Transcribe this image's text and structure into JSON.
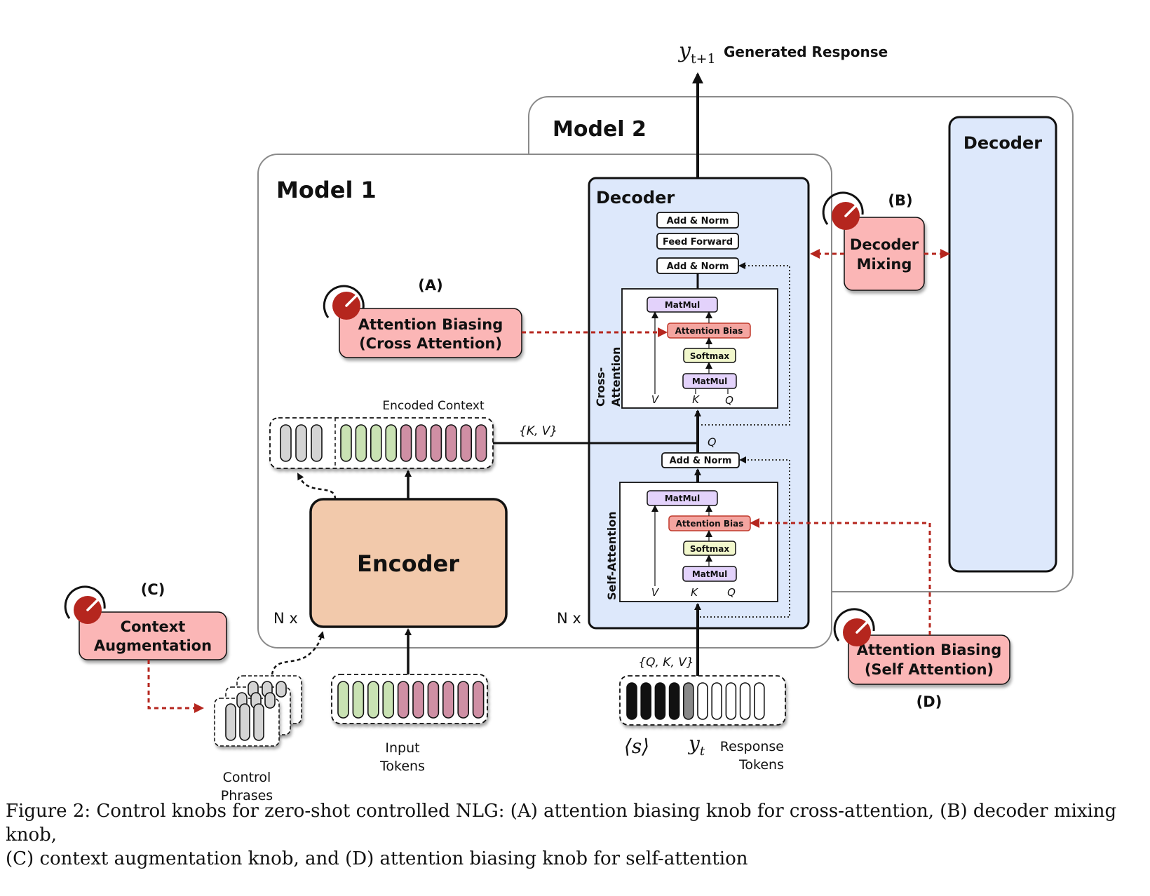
{
  "output": {
    "y_var": "y",
    "y_sub": "t+1",
    "label": "Generated Response"
  },
  "model2": {
    "title": "Model 2",
    "decoder_label": "Decoder"
  },
  "model1": {
    "title": "Model 1",
    "decoder_title": "Decoder",
    "nx_left": "N x",
    "nx_right": "N x"
  },
  "decoder_blocks": {
    "add_norm_top": "Add & Norm",
    "feed_forward": "Feed Forward",
    "add_norm_mid": "Add & Norm",
    "add_norm_low": "Add & Norm"
  },
  "cross_attention": {
    "side_label_1": "Cross-",
    "side_label_2": "Attention",
    "matmul_top": "MatMul",
    "attention_bias": "Attention Bias",
    "softmax": "Softmax",
    "matmul_bottom": "MatMul",
    "v": "V",
    "k": "K",
    "q": "Q"
  },
  "self_attention": {
    "side_label": "Self-Attention",
    "matmul_top": "MatMul",
    "attention_bias": "Attention Bias",
    "softmax": "Softmax",
    "matmul_bottom": "MatMul",
    "v": "V",
    "k": "K",
    "q": "Q"
  },
  "encoder": {
    "label": "Encoder",
    "encoded_context": "Encoded Context",
    "kv_label": "{K, V}",
    "q_label": "Q"
  },
  "knobs": {
    "a": {
      "tag": "(A)",
      "line1": "Attention Biasing",
      "line2": "(Cross Attention)"
    },
    "b": {
      "tag": "(B)",
      "line1": "Decoder",
      "line2": "Mixing"
    },
    "c": {
      "tag": "(C)",
      "line1": "Context",
      "line2": "Augmentation"
    },
    "d": {
      "tag": "(D)",
      "line1": "Attention Biasing",
      "line2": "(Self Attention)"
    }
  },
  "inputs": {
    "control_phrases_1": "Control",
    "control_phrases_2": "Phrases",
    "input_tokens_1": "Input",
    "input_tokens_2": "Tokens",
    "qkv_label": "{Q, K, V}",
    "start_token": "⟨s⟩",
    "yt_var": "y",
    "yt_sub": "t",
    "response_tokens_1": "Response",
    "response_tokens_2": "Tokens"
  },
  "colors": {
    "knob_red": "#b5261e",
    "knob_fill": "#fbb6b6",
    "decoder_blue": "#dde8fb",
    "encoder_peach": "#f2c9ab",
    "matmul_purple": "#e3d2fb",
    "softmax_yellow": "#f2f8cc",
    "bias_red": "#f4a5a0",
    "token_green": "#c9e2b3",
    "token_pink": "#cf8fa4",
    "token_gray": "#d4d4d4"
  },
  "caption": "Figure 2: Control knobs for zero-shot controlled NLG: (A) attention biasing knob for cross-attention, (B) decoder mixing knob,\n(C) context augmentation knob, and (D) attention biasing knob for self-attention"
}
